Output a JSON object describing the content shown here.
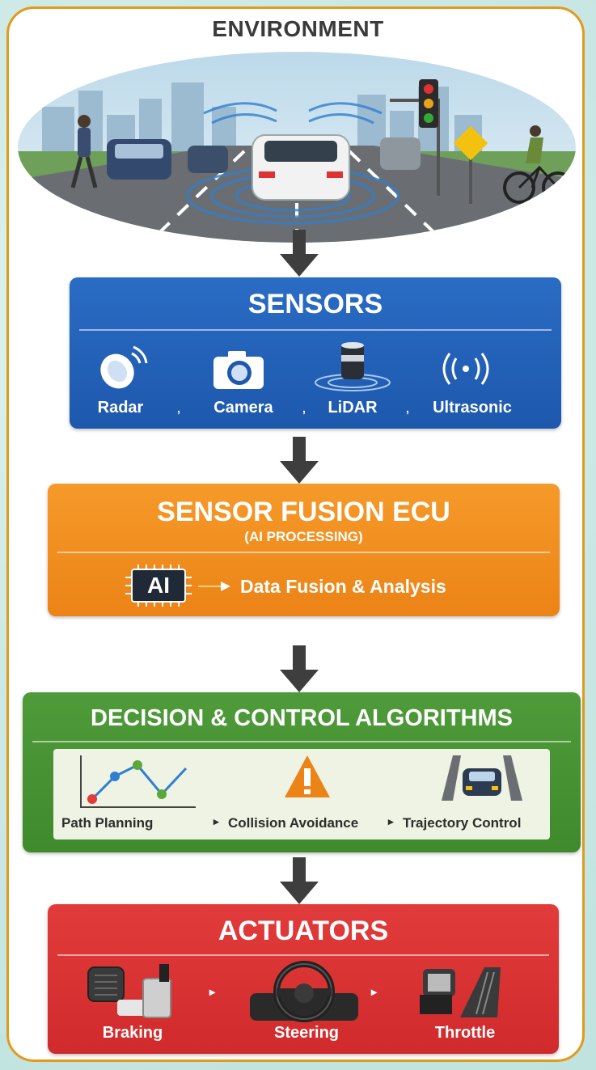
{
  "environment": {
    "title": "ENVIRONMENT"
  },
  "sensors": {
    "title": "SENSORS",
    "items": [
      {
        "label": "Radar",
        "icon": "radar-icon"
      },
      {
        "label": "Camera",
        "icon": "camera-icon"
      },
      {
        "label": "LiDAR",
        "icon": "lidar-icon"
      },
      {
        "label": "Ultrasonic",
        "icon": "ultrasonic-icon"
      }
    ],
    "separator": ","
  },
  "fusion": {
    "title": "SENSOR FUSION ECU",
    "subtitle": "(AI PROCESSING)",
    "chip_label": "AI",
    "output_label": "Data Fusion & Analysis"
  },
  "decision": {
    "title": "DECISION & CONTROL ALGORITHMS",
    "items": [
      {
        "label": "Path Planning",
        "icon": "path-planning-icon"
      },
      {
        "label": "Collision Avoidance",
        "icon": "warning-icon"
      },
      {
        "label": "Trajectory Control",
        "icon": "trajectory-car-icon"
      }
    ]
  },
  "actuators": {
    "title": "ACTUATORS",
    "items": [
      {
        "label": "Braking",
        "icon": "brake-pedal-icon"
      },
      {
        "label": "Steering",
        "icon": "steering-wheel-icon"
      },
      {
        "label": "Throttle",
        "icon": "throttle-pedal-icon"
      }
    ]
  },
  "colors": {
    "frame": "#e39a1c",
    "sensors": "#1d58ad",
    "fusion": "#ec8316",
    "decision": "#3f8a2c",
    "actuators": "#d02a2c",
    "arrow": "#3e3e3e"
  }
}
